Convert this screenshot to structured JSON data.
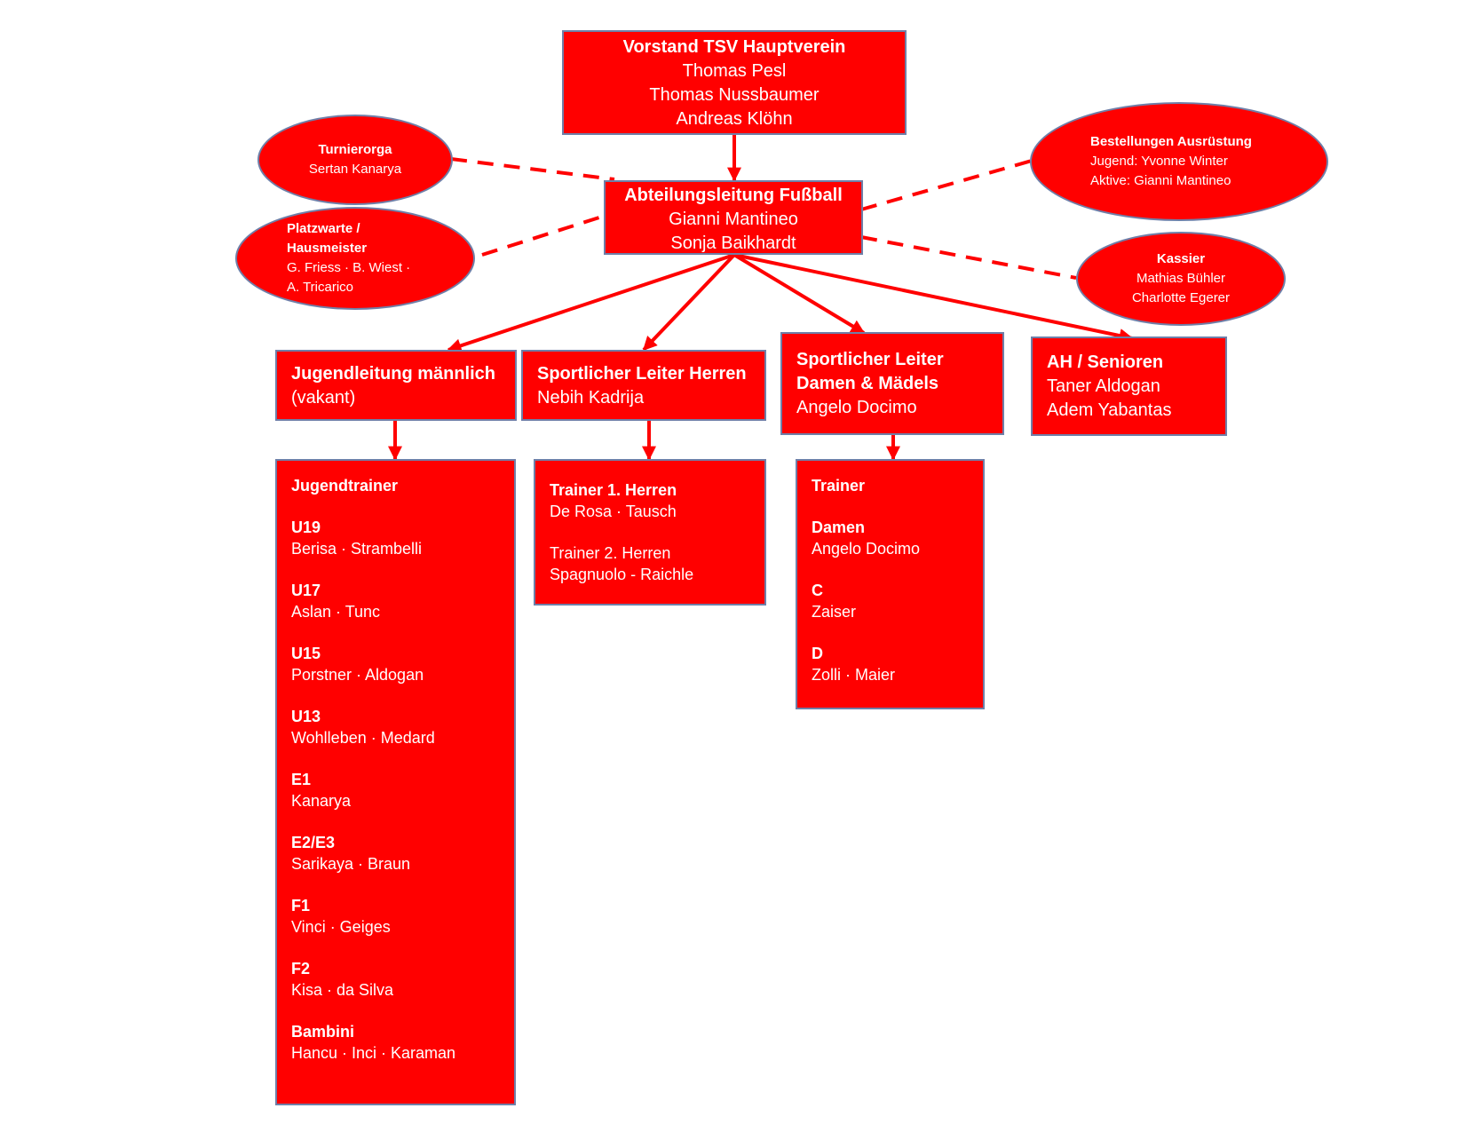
{
  "diagram": {
    "accent_color": "#ff0000",
    "border_color": "#6f7fa8",
    "text_color": "#ffffff"
  },
  "vorstand": {
    "title": "Vorstand TSV Hauptverein",
    "members": [
      "Thomas Pesl",
      "Thomas Nussbaumer",
      "Andreas Klöhn"
    ]
  },
  "abteilung": {
    "title": "Abteilungsleitung Fußball",
    "members": [
      "Gianni Mantineo",
      "Sonja Baikhardt"
    ]
  },
  "side_roles": {
    "turnierorga": {
      "title": "Turnierorga",
      "members": [
        "Sertan Kanarya"
      ]
    },
    "platzwarte": {
      "title_lines": [
        "Platzwarte /",
        "Hausmeister"
      ],
      "member_lines": [
        "G. Friess · B. Wiest ·",
        "A. Tricarico"
      ]
    },
    "bestellungen": {
      "title": "Bestellungen Ausrüstung",
      "members": [
        "Jugend: Yvonne Winter",
        "Aktive: Gianni Mantineo"
      ]
    },
    "kassier": {
      "title": "Kassier",
      "members": [
        "Mathias Bühler",
        "Charlotte Egerer"
      ]
    }
  },
  "departments": {
    "jugend": {
      "title": "Jugendleitung männlich",
      "members": [
        "(vakant)"
      ]
    },
    "herren": {
      "title": "Sportlicher Leiter Herren",
      "members": [
        "Nebih Kadrija"
      ]
    },
    "damen": {
      "title_lines": [
        "Sportlicher Leiter",
        "Damen & Mädels"
      ],
      "members": [
        "Angelo Docimo"
      ]
    },
    "ah": {
      "title": "AH / Senioren",
      "members": [
        "Taner Aldogan",
        "Adem Yabantas"
      ]
    }
  },
  "jugendtrainer": {
    "title": "Jugendtrainer",
    "teams": [
      {
        "team": "U19",
        "coaches": "Berisa · Strambelli"
      },
      {
        "team": "U17",
        "coaches": "Aslan · Tunc"
      },
      {
        "team": "U15",
        "coaches": "Porstner · Aldogan"
      },
      {
        "team": "U13",
        "coaches": "Wohlleben · Medard"
      },
      {
        "team": "E1",
        "coaches": "Kanarya"
      },
      {
        "team": "E2/E3",
        "coaches": "Sarikaya · Braun"
      },
      {
        "team": "F1",
        "coaches": "Vinci · Geiges"
      },
      {
        "team": "F2",
        "coaches": "Kisa · da Silva"
      },
      {
        "team": "Bambini",
        "coaches": "Hancu · Inci · Karaman"
      }
    ]
  },
  "herren_trainer": {
    "first_title": "Trainer 1. Herren",
    "first_coaches": "De Rosa · Tausch",
    "second_title": "Trainer 2. Herren",
    "second_coaches": "Spagnuolo - Raichle"
  },
  "damen_trainer": {
    "title": "Trainer",
    "teams": [
      {
        "team": "Damen",
        "coaches": "Angelo Docimo"
      },
      {
        "team": "C",
        "coaches": "Zaiser"
      },
      {
        "team": "D",
        "coaches": "Zolli · Maier"
      }
    ]
  }
}
